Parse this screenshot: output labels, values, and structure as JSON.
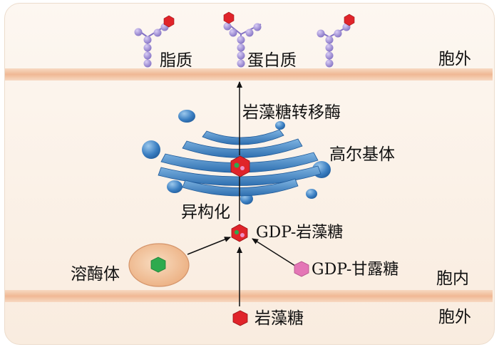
{
  "labels": {
    "lipid": "脂质",
    "protein": "蛋白质",
    "outside_top": "胞外",
    "fucosyltransferase": "岩藻糖转移酶",
    "golgi": "高尔基体",
    "isomerization": "异构化",
    "gdp_fucose": "GDP-岩藻糖",
    "lysosome": "溶酶体",
    "gdp_mannose": "GDP-甘露糖",
    "inside": "胞内",
    "outside_bottom": "胞外",
    "fucose": "岩藻糖"
  },
  "colors": {
    "membrane": "#f3c8a8",
    "golgi": "#3f86c7",
    "sugar_chain": "#9b8ad0",
    "fucose": "#e0242a",
    "gdp_mannose": "#e476b6",
    "lysosome": "#f2c49a",
    "lysosome_content": "#2eaa4e"
  }
}
